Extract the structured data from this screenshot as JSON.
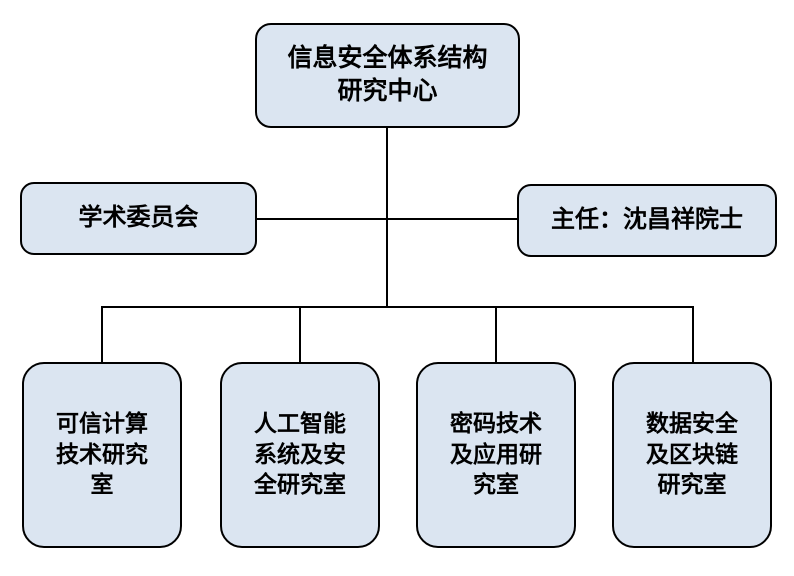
{
  "diagram": {
    "type": "org-chart",
    "colors": {
      "node_fill": "#dbe5f1",
      "node_border": "#000000",
      "connector": "#000000",
      "text": "#000000",
      "background": "#ffffff"
    },
    "nodes": {
      "root": {
        "label": "信息安全体系结构\n研究中心"
      },
      "academic": {
        "label": "学术委员会"
      },
      "director": {
        "label": "主任：沈昌祥院士"
      },
      "labs": [
        {
          "label": "可信计算\n技术研究\n室"
        },
        {
          "label": "人工智能\n系统及安\n全研究室"
        },
        {
          "label": "密码技术\n及应用研\n究室"
        },
        {
          "label": "数据安全\n及区块链\n研究室"
        }
      ]
    },
    "edges": [
      {
        "from": "root",
        "to": "branch-line",
        "style": "vertical-trunk"
      },
      {
        "from": "academic",
        "to": "director",
        "style": "horizontal-through-trunk"
      },
      {
        "from": "branch-line",
        "to": "labs.0"
      },
      {
        "from": "branch-line",
        "to": "labs.1"
      },
      {
        "from": "branch-line",
        "to": "labs.2"
      },
      {
        "from": "branch-line",
        "to": "labs.3"
      }
    ]
  }
}
